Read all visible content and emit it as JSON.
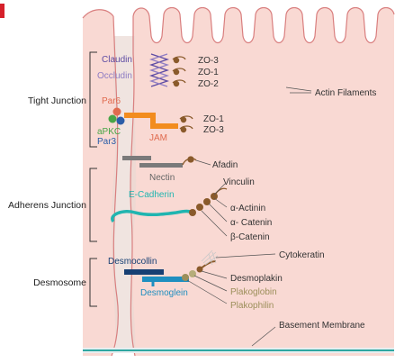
{
  "colors": {
    "cell_fill": "#f9d9d3",
    "cell_edge": "#d97f7f",
    "junction_fill": "#ead9d3",
    "claudin": "#5d4ba3",
    "occludin": "#8e7cc3",
    "par6": "#e06b4f",
    "jam": "#f28c1e",
    "apkc": "#49a547",
    "par3": "#2a5da8",
    "nectin": "#7a7a7a",
    "ecadherin": "#20b5b0",
    "desmocollin": "#173f73",
    "desmoglein": "#1f8fc0",
    "adaptor_brown": "#8a5a2b",
    "plakoglobin": "#9c8f5a",
    "basement": "#2fa6a0",
    "corner_mark": "#d6202a"
  },
  "junction_groups": {
    "tight": "Tight Junction",
    "adherens": "Adherens Junction",
    "desmosome": "Desmosome"
  },
  "labels": {
    "claudin": "Claudin",
    "occludin": "Occludin",
    "par6": "Par6",
    "apkc": "aPKC",
    "par3": "Par3",
    "jam": "JAM",
    "nectin": "Nectin",
    "ecadherin": "E-Cadherin",
    "desmocollin": "Desmocollin",
    "desmoglein": "Desmoglein"
  },
  "adaptors": {
    "zo_group1": [
      "ZO-3",
      "ZO-1",
      "ZO-2"
    ],
    "zo_group2": [
      "ZO-1",
      "ZO-3"
    ],
    "afadin": "Afadin",
    "vinculin": "Vinculin",
    "catenins": [
      "α-Actinin",
      "α- Catenin",
      "β-Catenin"
    ],
    "desmoplakin": "Desmoplakin",
    "plakoglobin": "Plakoglobin",
    "plakophilin": "Plakophilin"
  },
  "structures": {
    "actin": "Actin Filaments",
    "cytokeratin": "Cytokeratin",
    "basement": "Basement Membrane"
  }
}
